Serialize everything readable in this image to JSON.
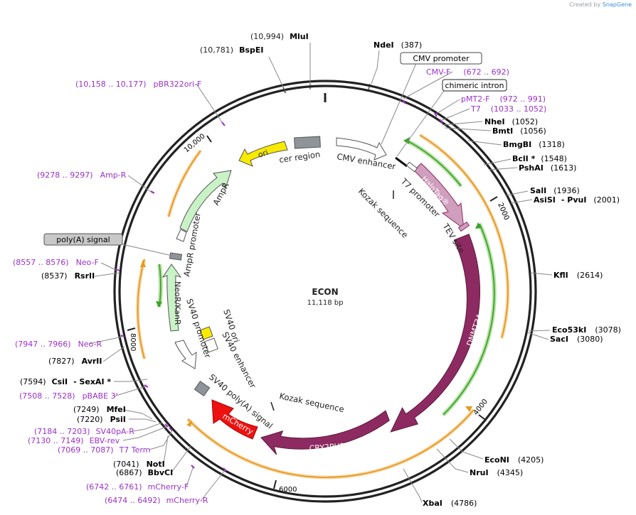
{
  "credit": {
    "prefix": "Created by",
    "brand": "SnapGene"
  },
  "plasmid": {
    "name": "ECON",
    "size_label": "11,118 bp",
    "length": 11118
  },
  "ruler_labels": [
    "2000",
    "4000",
    "6000",
    "8000",
    "10,000"
  ],
  "features": {
    "cer_region": "cer region",
    "ori": "ori",
    "cmv_enhancer": "CMV enhancer",
    "ampr": "AmpR",
    "ampr_promoter": "AmpR promoter",
    "halotag": "HaloTag®",
    "t7_promoter": "T7 promoter",
    "kozak_1": "Kozak sequence",
    "tev_site": "TEV site",
    "poly_a_signal": "poly(A) signal",
    "neor_kanr": "NeoR/KanR",
    "sv40_promoter": "SV40 promoter",
    "sv40_ori": "SV40 ori",
    "sv40_enhancer": "SV40 enhancer",
    "dnmt3a": "DNMT3A",
    "kozak_2": "Kozak sequence",
    "sv40_polya": "SV40 poly(A) signal",
    "mcherry": "mCherry",
    "cry2phr": "CRY2PHR"
  },
  "boxed_labels": {
    "cmv_promoter": "CMV promoter",
    "chimeric_intron": "chimeric intron",
    "poly_a": "poly(A) signal"
  },
  "sites": [
    {
      "pos": "(10,994)",
      "name": "MluI"
    },
    {
      "pos": "(10,781)",
      "name": "BspEI"
    },
    {
      "name": "NdeI",
      "pos": "(387)"
    },
    {
      "name": "NheI",
      "pos": "(1052)"
    },
    {
      "name": "BmtI",
      "pos": "(1056)"
    },
    {
      "name": "BmgBI",
      "pos": "(1318)"
    },
    {
      "name": "BclI *",
      "pos": "(1548)"
    },
    {
      "name": "PshAI",
      "pos": "(1613)"
    },
    {
      "name": "SalI",
      "pos": "(1936)"
    },
    {
      "name": "AsiSI",
      "sep": "- PvuI",
      "pos": "(2001)"
    },
    {
      "name": "KflI",
      "pos": "(2614)"
    },
    {
      "name": "Eco53kI",
      "pos": "(3078)"
    },
    {
      "name": "SacI",
      "pos": "(3080)"
    },
    {
      "name": "EcoNI",
      "pos": "(4205)"
    },
    {
      "name": "NruI",
      "pos": "(4345)"
    },
    {
      "name": "XbaI",
      "pos": "(4786)"
    },
    {
      "pos": "(8537)",
      "name": "RsrII"
    },
    {
      "pos": "(7827)",
      "name": "AvrII"
    },
    {
      "pos": "(7594)",
      "name": "CsiI",
      "sep": "- SexAI *"
    },
    {
      "pos": "(7249)",
      "name": "MfeI"
    },
    {
      "pos": "(7220)",
      "name": "PsiI"
    },
    {
      "pos": "(7041)",
      "name": "NotI"
    },
    {
      "pos": "(6867)",
      "name": "BbvCI"
    }
  ],
  "primers": [
    {
      "name": "CMV-F",
      "range": "(672 .. 692)"
    },
    {
      "name": "pMT2-F",
      "range": "(972 .. 991)"
    },
    {
      "name": "T7",
      "range": "(1033 .. 1052)"
    },
    {
      "range": "(10,158 .. 10,177)",
      "name": "pBR322ori-F"
    },
    {
      "range": "(9278 .. 9297)",
      "name": "Amp-R"
    },
    {
      "range": "(8557 .. 8576)",
      "name": "Neo-F"
    },
    {
      "range": "(7947 .. 7966)",
      "name": "Neo-R"
    },
    {
      "range": "(7508 .. 7528)",
      "name": "pBABE 3'"
    },
    {
      "range": "(7184 .. 7203)",
      "name": "SV40pA-R"
    },
    {
      "range": "(7130 .. 7149)",
      "name": "EBV-rev"
    },
    {
      "range": "(7069 .. 7087)",
      "name": "T7 Term"
    },
    {
      "range": "(6742 .. 6761)",
      "name": "mCherry-F"
    },
    {
      "range": "(6474 .. 6492)",
      "name": "mCherry-R"
    }
  ],
  "colors": {
    "backbone": "#222222",
    "primer": "#9b30c8",
    "orf": "#f2b255",
    "dnmt3a": "#8e2a62",
    "cry2phr": "#8e2a62",
    "mcherry": "#ee1111",
    "halotag": "#cf9fbd",
    "ori": "#f7ea00",
    "ampr": "#c9f2c6",
    "neor": "#c9f2c6",
    "cer": "#8e9499",
    "green_arrow": "#3da22a",
    "sv40_ori": "#f7ea00"
  }
}
